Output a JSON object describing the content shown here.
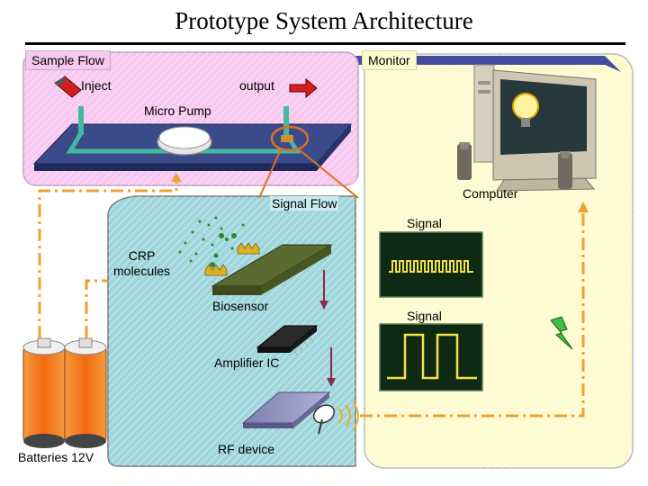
{
  "title": "Prototype System Architecture",
  "sample_flow": {
    "label": "Sample Flow",
    "inject": "Inject",
    "output": "output",
    "pump": "Micro Pump"
  },
  "monitor": {
    "label": "Monitor",
    "computer": "Computer",
    "signal_top": "Signal",
    "signal_bottom": "Signal"
  },
  "signal_flow": {
    "label": "Signal Flow",
    "crp": "CRP\nmolecules",
    "biosensor": "Biosensor",
    "amplifier": "Amplifier IC",
    "rf": "RF device"
  },
  "power": {
    "label": "Batteries 12V"
  },
  "colors": {
    "sample_panel": "#f7c8f0",
    "monitor_panel": "#fffbd0",
    "signal_panel": "#9fd6dc",
    "dash_orange": "#f0a030",
    "scope_bg": "#0e2a12",
    "scope_trace": "#f2e04a",
    "battery": "#f07820"
  }
}
